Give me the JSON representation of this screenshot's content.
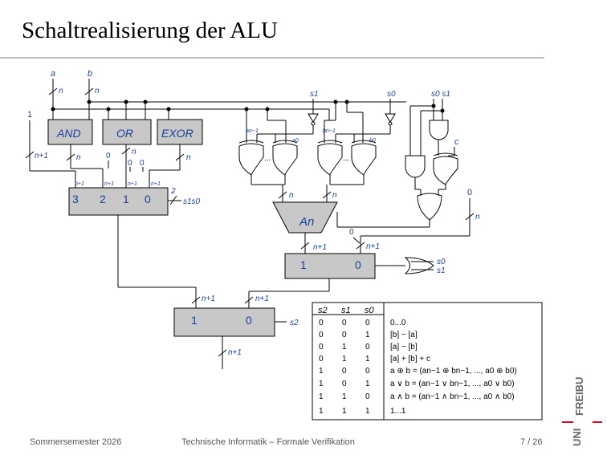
{
  "title": "Schaltrealisierung der ALU",
  "footer": {
    "semester": "Sommersemester 2026",
    "course": "Technische Informatik – Formale Verifikation",
    "page": "7 / 26"
  },
  "logo": {
    "line1": "UNI",
    "line2": "FREIBURG"
  },
  "inputs": {
    "a": "a",
    "b": "b",
    "one": "1",
    "s1": "s1",
    "s0": "s0",
    "s0s1": "s0 s1",
    "c": "c"
  },
  "gates": {
    "and": "AND",
    "or": "OR",
    "exor": "EXOR",
    "adder": "An"
  },
  "widths": {
    "n": "n",
    "n1": "n+1",
    "two": "2",
    "zero": "0"
  },
  "mux_main": {
    "inputs": [
      "3",
      "2",
      "1",
      "0"
    ],
    "select": "s1s0"
  },
  "mux_add": {
    "inputs": [
      "1",
      "0"
    ],
    "select1": "s0",
    "select2": "s1"
  },
  "mux_final": {
    "inputs": [
      "1",
      "0"
    ],
    "select": "s2"
  },
  "wire_labels": {
    "an1": "an−1",
    "a0": "a0",
    "bn1": "bn−1",
    "b0": "b0",
    "dots": "..."
  },
  "table": {
    "headers": [
      "s2",
      "s1",
      "s0"
    ],
    "rows": [
      [
        "0",
        "0",
        "0",
        "0...0"
      ],
      [
        "0",
        "0",
        "1",
        "[b] − [a]"
      ],
      [
        "0",
        "1",
        "0",
        "[a] − [b]"
      ],
      [
        "0",
        "1",
        "1",
        "[a] + [b] + c"
      ],
      [
        "1",
        "0",
        "0",
        "a ⊕ b = (an−1 ⊕ bn−1, ..., a0 ⊕ b0)"
      ],
      [
        "1",
        "0",
        "1",
        "a ∨ b = (an−1 ∨ bn−1, ..., a0 ∨ b0)"
      ],
      [
        "1",
        "1",
        "0",
        "a ∧ b = (an−1 ∧ bn−1, ..., a0 ∧ b0)"
      ],
      [
        "1",
        "1",
        "1",
        "1...1"
      ]
    ]
  }
}
